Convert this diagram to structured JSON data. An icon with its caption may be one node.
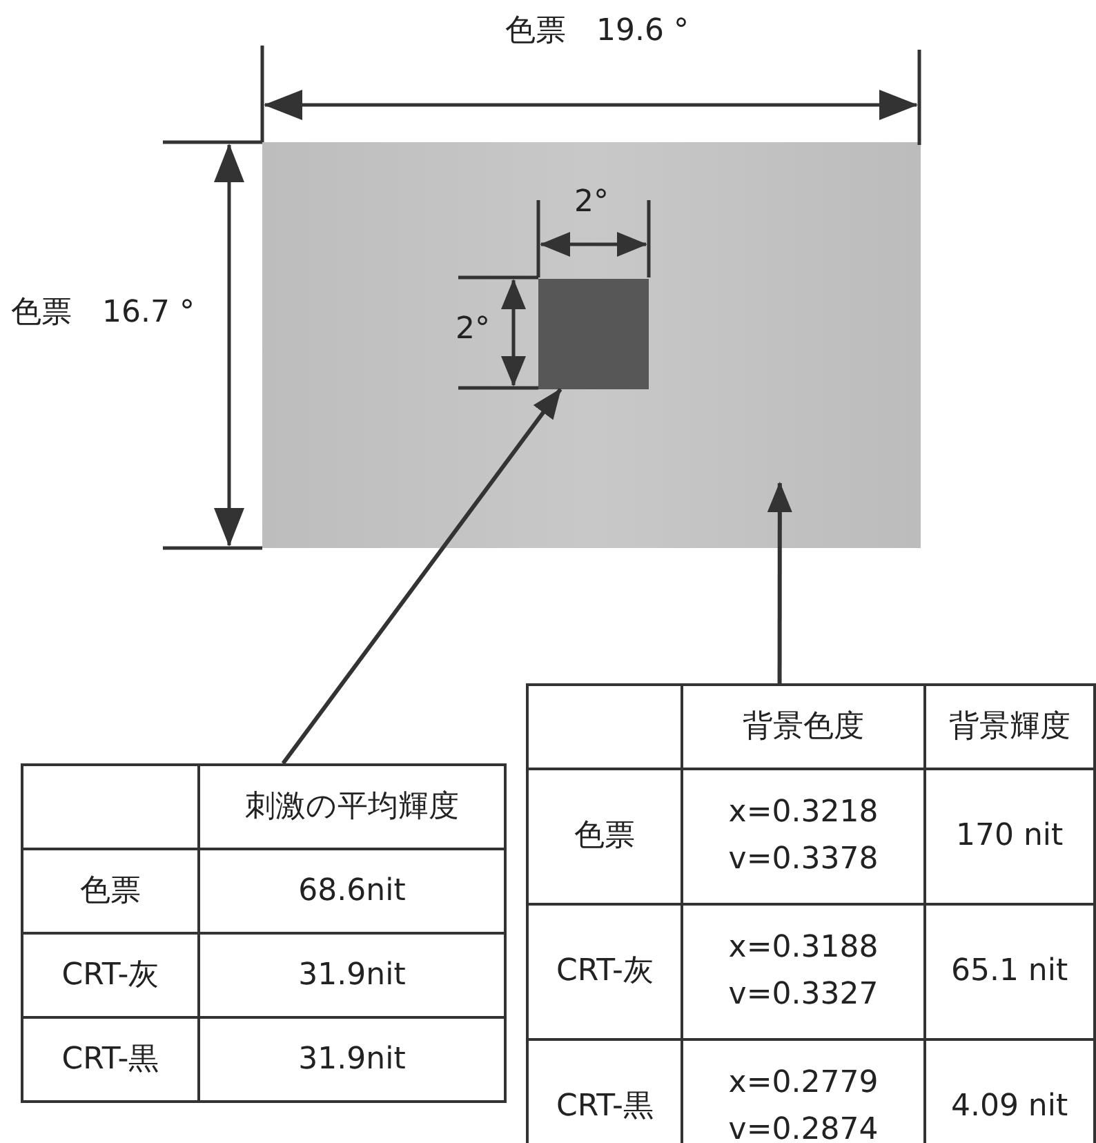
{
  "diagram": {
    "nodes": [
      {
        "text": [],
        "shape": "box"
      },
      {
        "text": [],
        "shape": "box",
        "in": 0
      },
      {
        "text": [
          "刺激の平均輝度",
          "色票",
          "68.6nit",
          "CRT-灰",
          "31.9nit",
          "CRT-黒",
          "31.9nit"
        ]
      },
      {
        "text": [
          "背景色度",
          "背景輝度",
          "色票",
          "x=0.3218 v=0.3378",
          "170 nit",
          "CRT-灰",
          "x=0.3188 v=0.3327",
          "65.1 nit",
          "CRT-黒",
          "x=0.2779 v=0.2874",
          "4.09 nit"
        ]
      }
    ],
    "edges": [
      {
        "from": 2,
        "to": 1,
        "arrow": "to"
      },
      {
        "from": 3,
        "to": 0,
        "arrow": "to"
      }
    ],
    "labels": [
      "色票　19.6 °",
      "2°",
      "色票　16.7 °",
      "2°"
    ]
  }
}
